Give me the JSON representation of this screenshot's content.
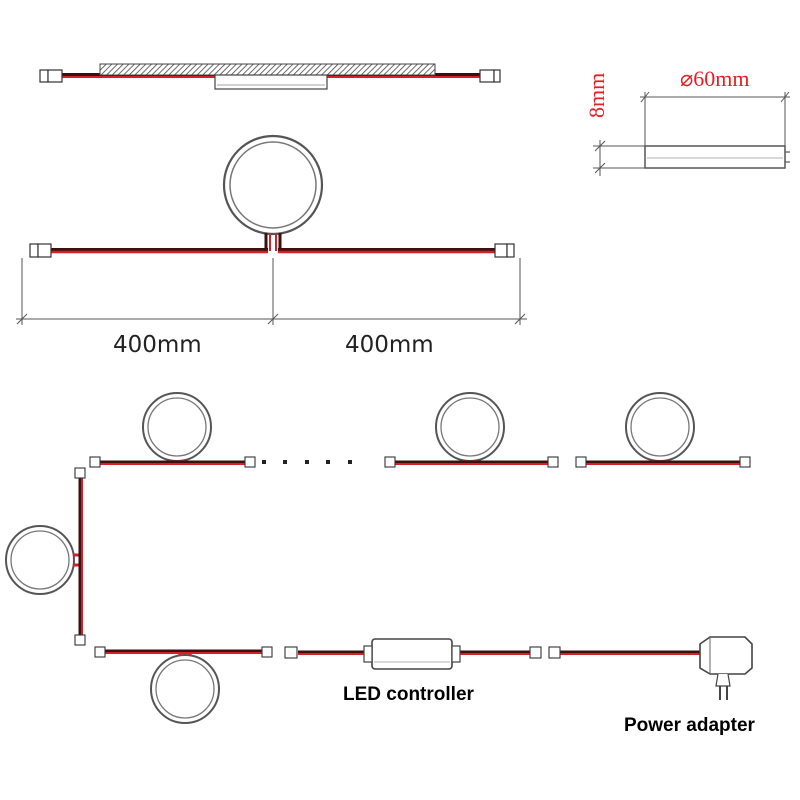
{
  "labels": {
    "length_left": "400mm",
    "length_right": "400mm",
    "thickness": "8mm",
    "diameter": "⌀60mm",
    "led_controller": "LED controller",
    "power_adapter": "Power adapter"
  },
  "colors": {
    "wire_red": "#d81f26",
    "wire_dark": "#3a1010",
    "outline": "#555555",
    "dimension_red": "#e51f26"
  }
}
